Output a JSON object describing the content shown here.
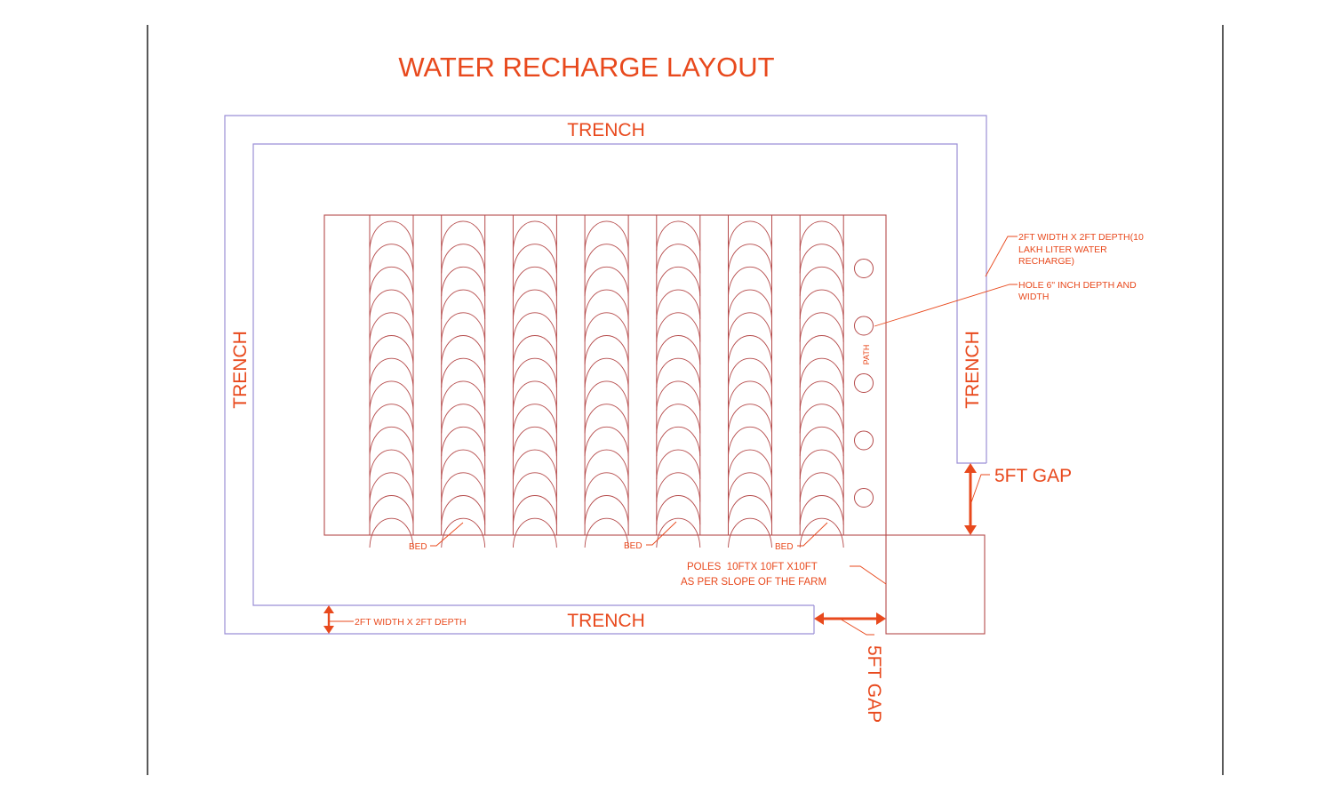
{
  "title": "WATER RECHARGE LAYOUT",
  "labels": {
    "trench_top": "TRENCH",
    "trench_left": "TRENCH",
    "trench_right": "TRENCH",
    "trench_bottom": "TRENCH",
    "path": "PATH",
    "bed_1": "BED",
    "bed_2": "BED",
    "bed_3": "BED",
    "gap_right": "5FT GAP",
    "gap_bottom": "5FT GAP",
    "poles_line1": "POLES  10FTX 10FT X10FT",
    "poles_line2": "AS PER SLOPE OF THE FARM",
    "trench_note_line1": "2FT WIDTH X 2FT DEPTH(10",
    "trench_note_line2": "LAKH LITER WATER",
    "trench_note_line3": "RECHARGE)",
    "hole_note_line1": "HOLE 6\" INCH DEPTH AND",
    "hole_note_line2": "WIDTH",
    "width_note": "2FT WIDTH X 2FT DEPTH"
  },
  "layout_counts": {
    "bed_rows": 7,
    "arcs_per_bed": 14,
    "holes": 5
  },
  "colors": {
    "accent": "#e8491d",
    "trench_line": "#9b8fd6",
    "bed_line": "#b54a4a",
    "border": "#222222"
  }
}
